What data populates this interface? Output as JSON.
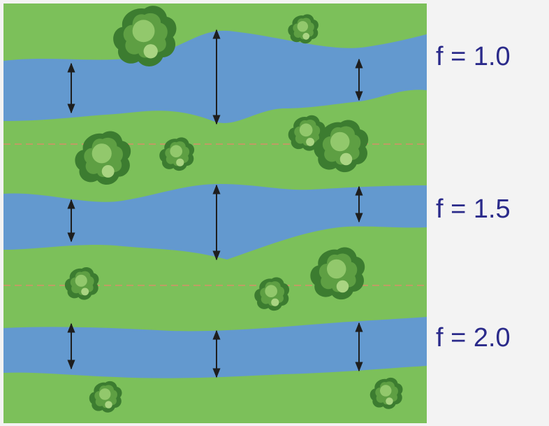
{
  "colors": {
    "land": "#7cc05a",
    "water": "#6399cf",
    "divider": "#d49068",
    "arrow": "#1e1e1e",
    "label": "#2a2a8a",
    "tree_dark": "#3c7c30",
    "tree_mid": "#5e9f43",
    "tree_light": "#92c86c"
  },
  "labels": [
    {
      "id": "f1",
      "text": "f = 1.0"
    },
    {
      "id": "f15",
      "text": "f = 1.5"
    },
    {
      "id": "f2",
      "text": "f = 2.0"
    }
  ],
  "icons": [
    "tree-icon",
    "width-arrow-icon"
  ]
}
